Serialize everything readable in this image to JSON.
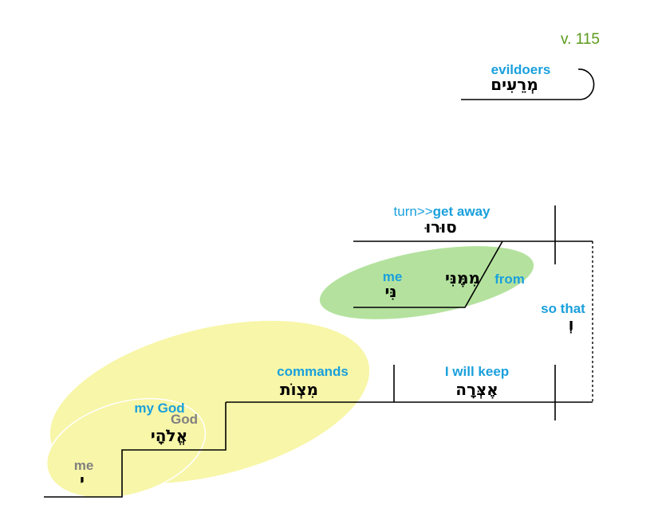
{
  "verse": "v. 115",
  "colors": {
    "english": "#1aa0dc",
    "verse": "#5a9a1a",
    "gloss": "#808080",
    "green_group": "#b4e29e",
    "yellow_group": "#f8f6a8"
  },
  "words": {
    "evildoers": {
      "en": "evildoers",
      "he": "מְרֵעִים"
    },
    "get_away": {
      "en_prefix": "turn>>",
      "en": "get away",
      "he": "סוּרוּ"
    },
    "from": {
      "en": "from",
      "he": "מִמֶּנִּי"
    },
    "me_obj": {
      "en": "me",
      "he": "נִּי"
    },
    "so_that": {
      "en": "so that",
      "he": "וְ"
    },
    "keep": {
      "en": "I will keep",
      "he": "אֶצְּרָה"
    },
    "commands": {
      "en": "commands",
      "he": "מִצְוֺת"
    },
    "my_god": {
      "en": "my God",
      "gloss": "God",
      "he": "אֱלֹהָי"
    },
    "me_suffix": {
      "gloss": "me",
      "he": "י"
    }
  }
}
